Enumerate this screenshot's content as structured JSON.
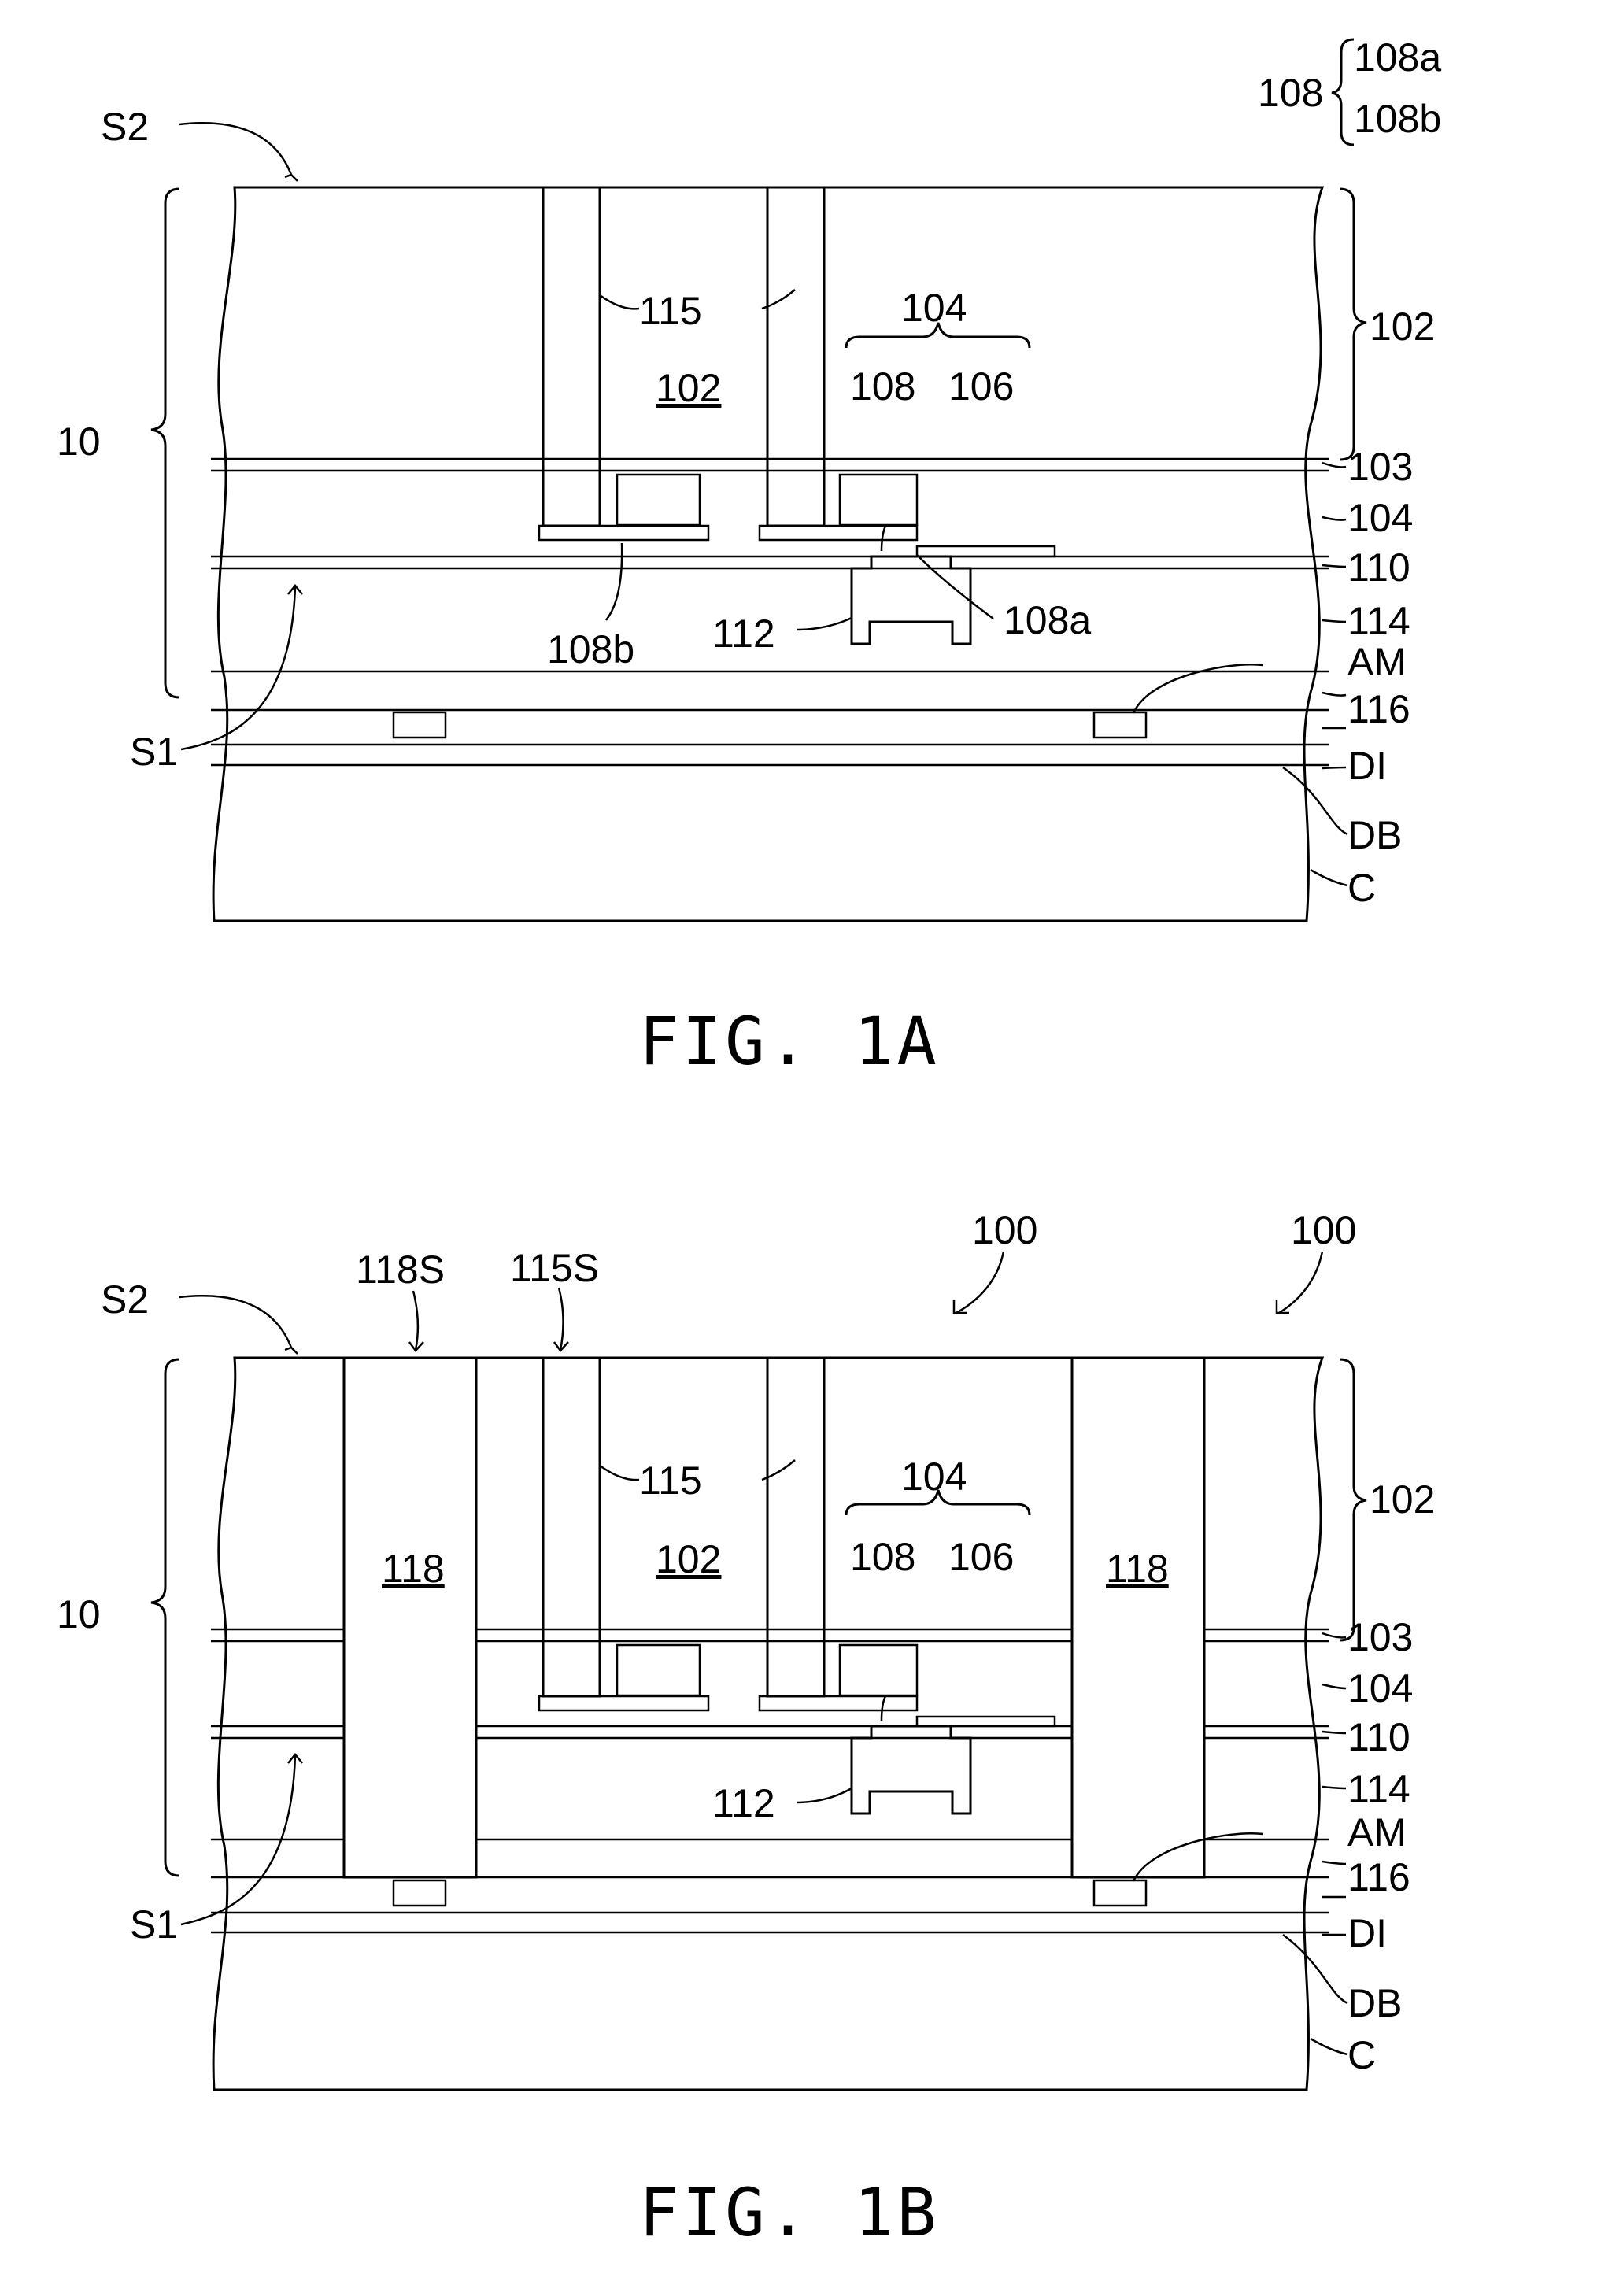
{
  "legend": {
    "parent": "108",
    "items": [
      "108a",
      "108b"
    ]
  },
  "fig1a": {
    "caption": "FIG. 1A",
    "labels": {
      "s2": "S2",
      "s1": "S1",
      "ten": "10",
      "l115": "115",
      "l102_center": "102",
      "l104_top": "104",
      "l108": "108",
      "l106": "106",
      "l102_right": "102",
      "l103": "103",
      "l104_right": "104",
      "l110": "110",
      "l114": "114",
      "lAM": "AM",
      "l116": "116",
      "lDI": "DI",
      "lDB": "DB",
      "lC": "C",
      "l108b": "108b",
      "l112": "112",
      "l108a": "108a"
    }
  },
  "fig1b": {
    "caption": "FIG. 1B",
    "labels": {
      "s2": "S2",
      "s1": "S1",
      "ten": "10",
      "l118s": "118S",
      "l115s": "115S",
      "l100a": "100",
      "l100b": "100",
      "l118_left": "118",
      "l118_right": "118",
      "l115": "115",
      "l102_center": "102",
      "l104_top": "104",
      "l108": "108",
      "l106": "106",
      "l102_right": "102",
      "l103": "103",
      "l104_right": "104",
      "l110": "110",
      "l114": "114",
      "lAM": "AM",
      "l116": "116",
      "lDI": "DI",
      "lDB": "DB",
      "lC": "C",
      "l112": "112"
    }
  }
}
